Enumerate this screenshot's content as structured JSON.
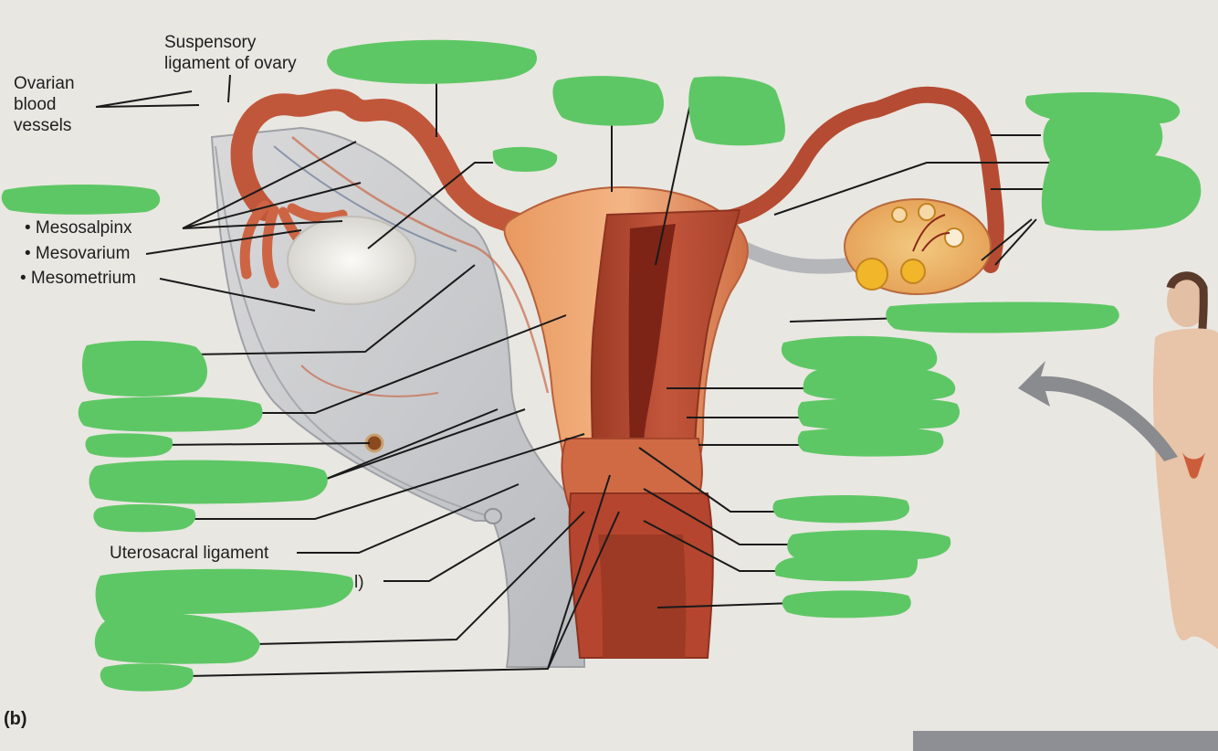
{
  "figure": {
    "panel_label": "(b)",
    "labels": {
      "suspensory_ligament": "Suspensory\nligament of ovary",
      "ovarian_blood_vessels": "Ovarian\nblood\nvessels",
      "mesosalpinx": "• Mesosalpinx",
      "mesovarium": "• Mesovarium",
      "mesometrium": "• Mesometrium",
      "uterosacral_ligament": "Uterosacral ligament",
      "partial_l_paren": "l)"
    },
    "colors": {
      "page": "#e9e7e2",
      "mask": "#5ec765",
      "uterus": "#d4774a",
      "uterine_wall": "#b04a32",
      "ovary": "#f0ede6",
      "leader_line": "#1a1a1a"
    }
  }
}
